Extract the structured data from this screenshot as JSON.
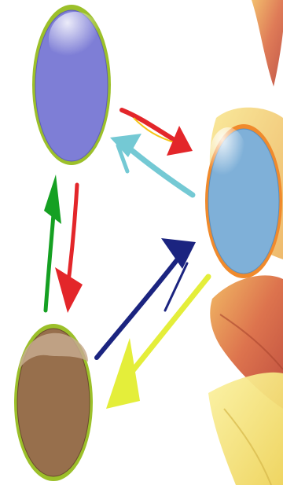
{
  "diagram": {
    "nodes": [
      {
        "id": "top-left",
        "fill": "#7e7ed6",
        "rim": "#9cc02a",
        "name": "purple-node"
      },
      {
        "id": "right",
        "fill": "#7fb0d8",
        "rim": "#f08a2c",
        "name": "blue-node"
      },
      {
        "id": "bottom-left",
        "fill": "#976f4c",
        "rim": "#9cc02a",
        "name": "brown-node"
      }
    ],
    "edges": [
      {
        "from": "top-left",
        "to": "right",
        "color": "#e3262a"
      },
      {
        "from": "right",
        "to": "top-left",
        "color": "#74c9d4"
      },
      {
        "from": "top-left",
        "to": "bottom-left",
        "color": "#e3262a"
      },
      {
        "from": "bottom-left",
        "to": "top-left",
        "color": "#15a022"
      },
      {
        "from": "bottom-left",
        "to": "right",
        "color": "#1b2480"
      },
      {
        "from": "right",
        "to": "bottom-left",
        "color": "#e4ee3a"
      }
    ],
    "background": {
      "decoration": "autumn-leaves",
      "colors": [
        "#f1c15a",
        "#d9643a",
        "#f4e36d",
        "#b83b2a"
      ]
    }
  }
}
